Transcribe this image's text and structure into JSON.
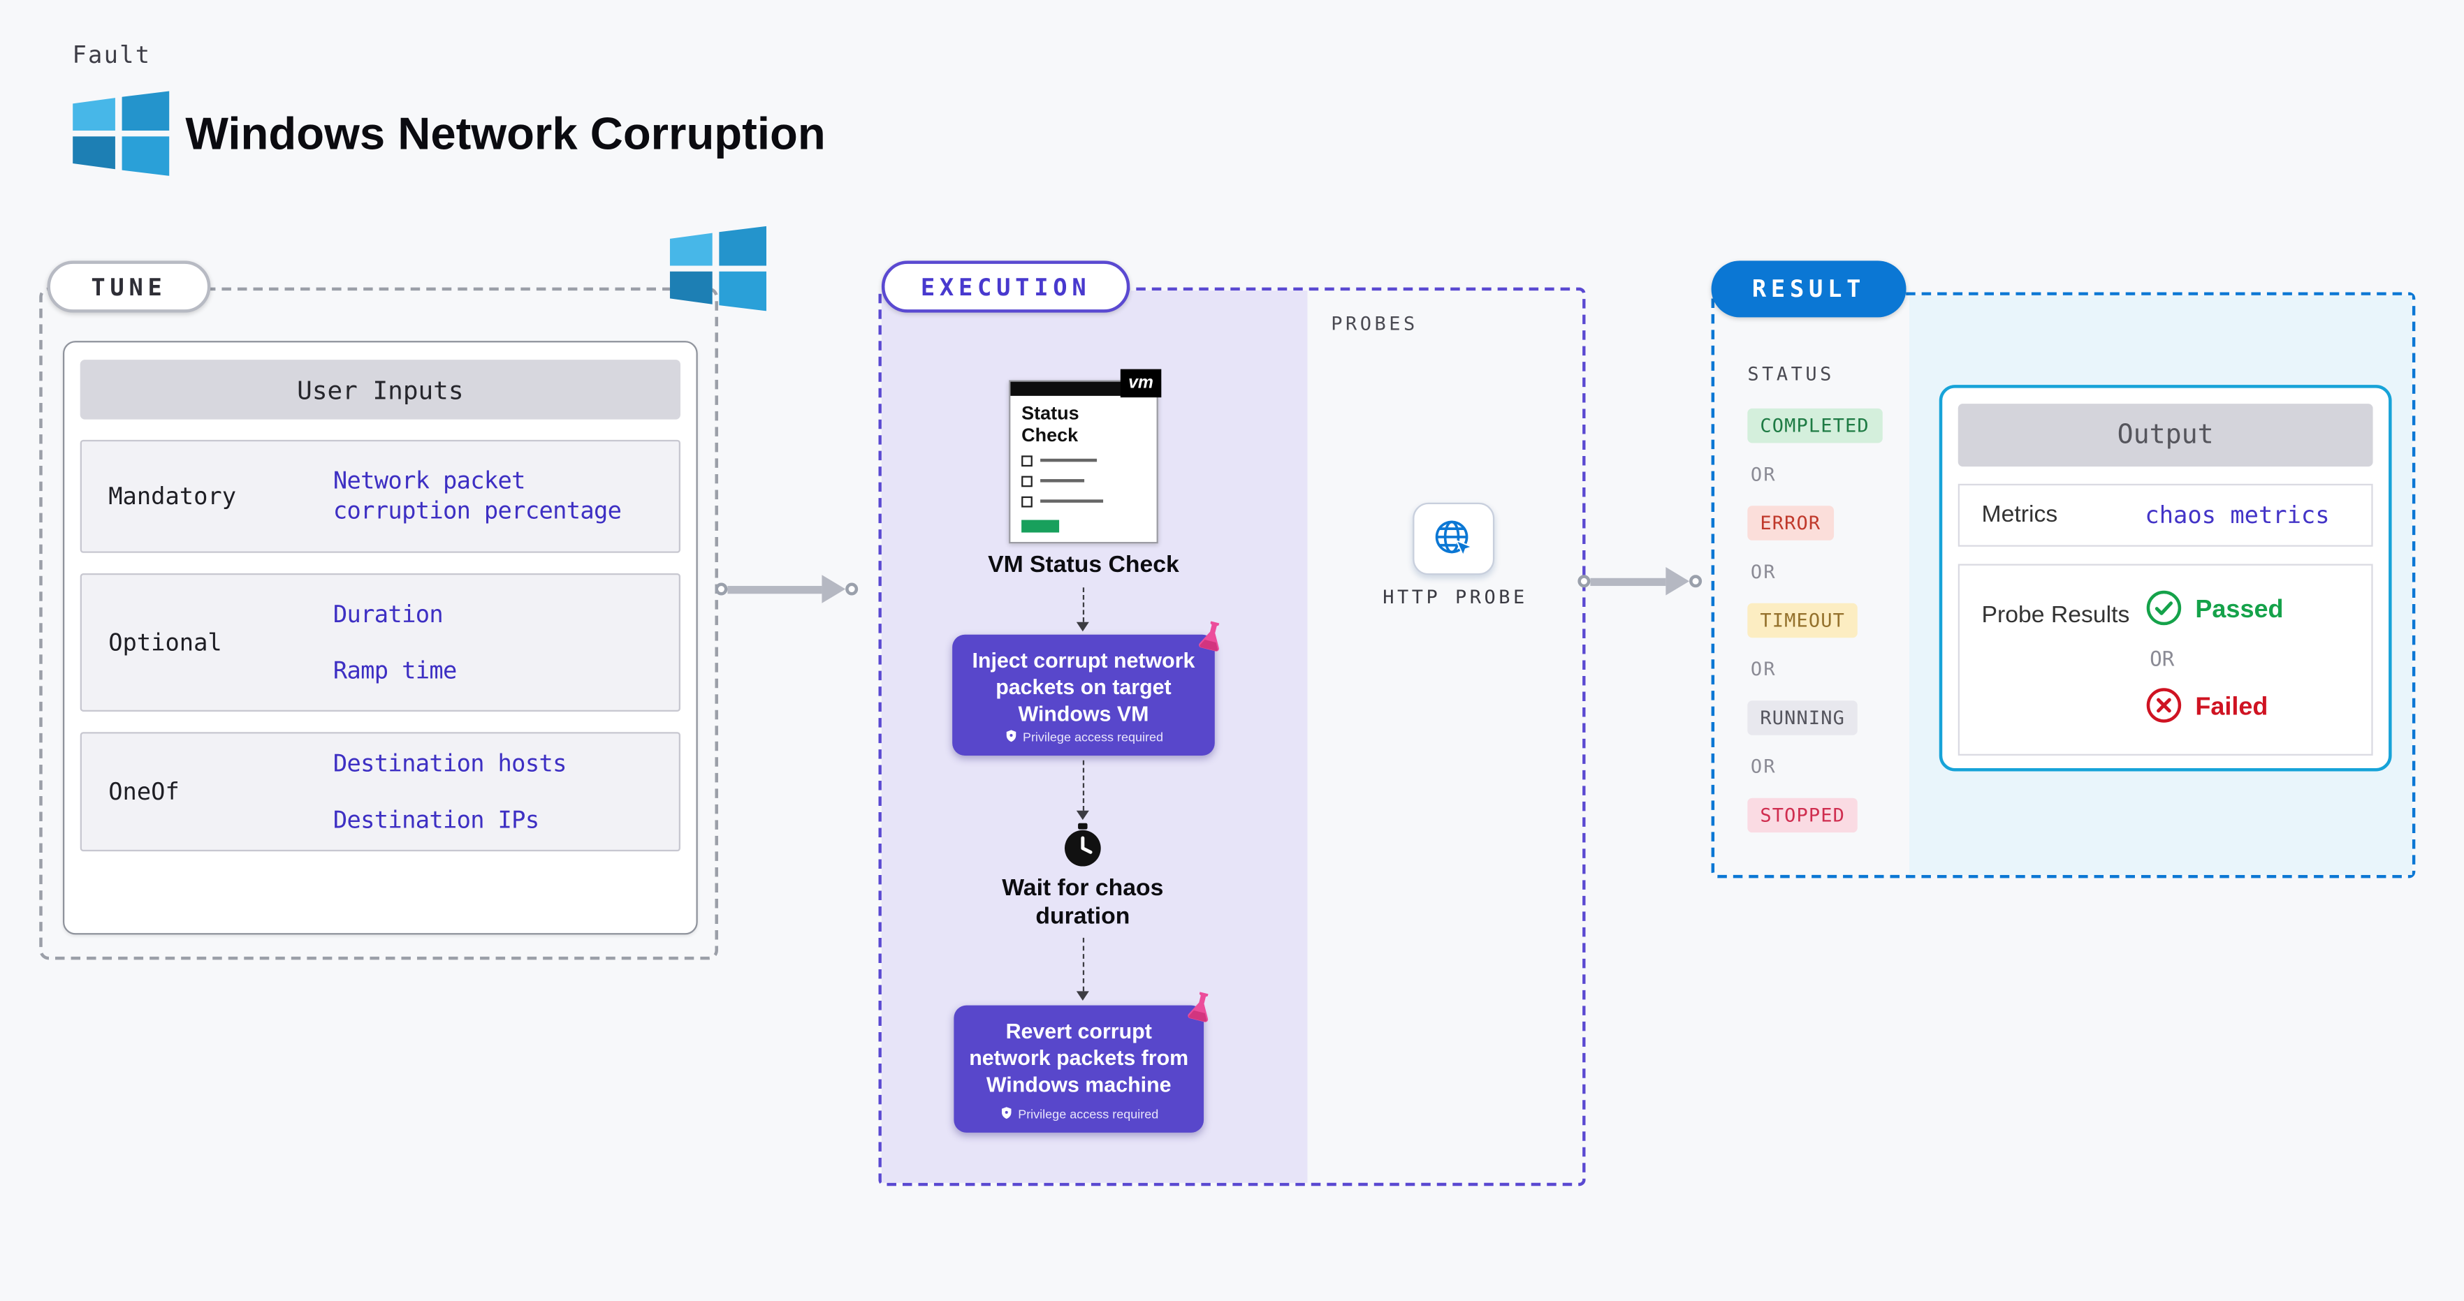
{
  "page": {
    "kind_label": "Fault",
    "title": "Windows Network Corruption"
  },
  "tune": {
    "label": "TUNE",
    "table": {
      "header": "User Inputs",
      "rows": [
        {
          "label": "Mandatory",
          "values": [
            "Network packet corruption percentage"
          ]
        },
        {
          "label": "Optional",
          "values": [
            "Duration",
            "Ramp time"
          ]
        },
        {
          "label": "OneOf",
          "values": [
            "Destination hosts",
            "Destination IPs"
          ]
        }
      ]
    }
  },
  "execution": {
    "label": "EXECUTION",
    "vm_check": {
      "logo": "vm",
      "card_title": "Status Check",
      "caption": "VM Status Check"
    },
    "inject": {
      "text": "Inject corrupt network packets on target Windows VM",
      "badge": "Privilege access required"
    },
    "wait": {
      "text": "Wait for chaos duration"
    },
    "revert": {
      "text": "Revert corrupt network packets from Windows machine",
      "badge": "Privilege access required"
    },
    "probes": {
      "label": "PROBES",
      "caption": "HTTP PROBE"
    }
  },
  "result": {
    "label": "RESULT",
    "status": {
      "label": "STATUS",
      "or": "OR",
      "badges": [
        {
          "text": "COMPLETED",
          "kind": "success"
        },
        {
          "text": "ERROR",
          "kind": "error"
        },
        {
          "text": "TIMEOUT",
          "kind": "warning"
        },
        {
          "text": "RUNNING",
          "kind": "neutral"
        },
        {
          "text": "STOPPED",
          "kind": "danger"
        }
      ]
    },
    "output": {
      "header": "Output",
      "metrics_label": "Metrics",
      "metrics_value": "chaos metrics",
      "probe_results_label": "Probe Results",
      "passed": "Passed",
      "or": "OR",
      "failed": "Failed"
    }
  },
  "colors": {
    "accent_purple": "#5847cb",
    "accent_blue": "#0b77d4",
    "accent_cyan": "#17a3d8",
    "lavender_bg": "#e7e4f8",
    "link_purple": "#4334c7",
    "success_green": "#15a24a",
    "error_red": "#cf1322",
    "windows_blue": "#2e9ed6"
  }
}
